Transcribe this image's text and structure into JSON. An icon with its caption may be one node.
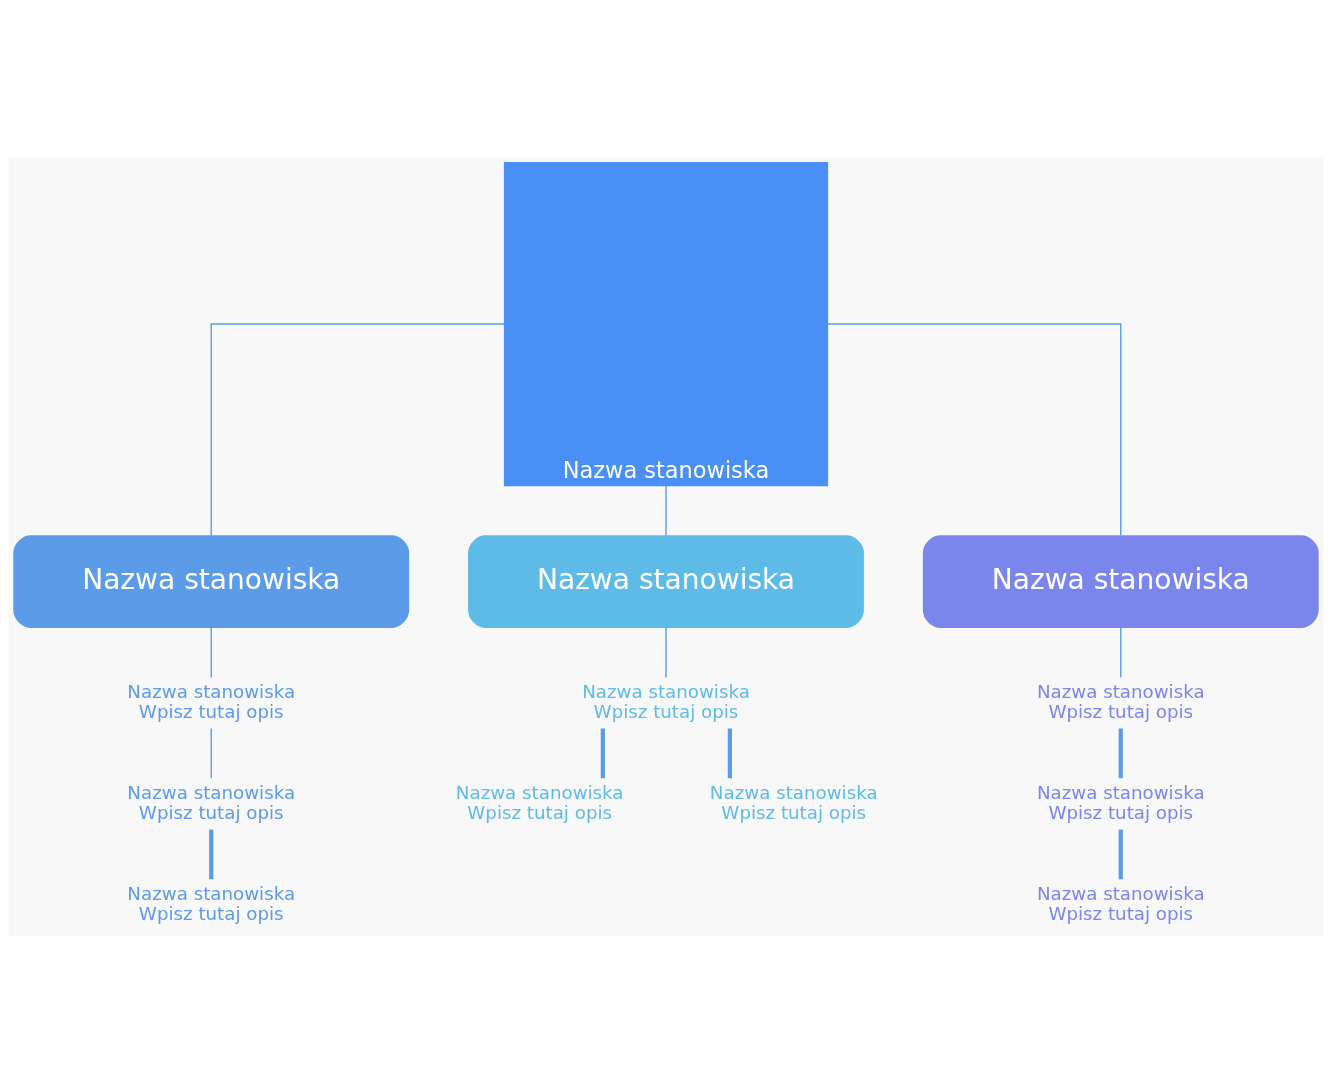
{
  "diagram": {
    "nodes": [
      {
        "text": [
          "Nazwa stanowiska"
        ]
      },
      {
        "text": [
          "Nazwa stanowiska"
        ]
      },
      {
        "text": [
          "Nazwa stanowiska"
        ]
      },
      {
        "text": [
          "Nazwa stanowiska"
        ]
      },
      {
        "text": [
          "Nazwa stanowiska",
          "Wpisz tutaj opis"
        ]
      },
      {
        "text": [
          "Nazwa stanowiska",
          "Wpisz tutaj opis"
        ]
      },
      {
        "text": [
          "Nazwa stanowiska",
          "Wpisz tutaj opis"
        ]
      },
      {
        "text": [
          "Nazwa stanowiska",
          "Wpisz tutaj opis"
        ]
      },
      {
        "text": [
          "Nazwa stanowiska",
          "Wpisz tutaj opis"
        ]
      },
      {
        "text": [
          "Nazwa stanowiska",
          "Wpisz tutaj opis"
        ]
      },
      {
        "text": [
          "Nazwa stanowiska",
          "Wpisz tutaj opis"
        ]
      },
      {
        "text": [
          "Nazwa stanowiska",
          "Wpisz tutaj opis"
        ]
      },
      {
        "text": [
          "Nazwa stanowiska",
          "Wpisz tutaj opis"
        ]
      }
    ],
    "edges": [
      {
        "from": 0,
        "to": 1,
        "arrow": "none"
      },
      {
        "from": 0,
        "to": 2,
        "arrow": "none"
      },
      {
        "from": 0,
        "to": 3,
        "arrow": "none"
      },
      {
        "from": 1,
        "to": 4,
        "arrow": "none"
      },
      {
        "from": 4,
        "to": 5,
        "arrow": "none"
      },
      {
        "from": 5,
        "to": 6,
        "arrow": "none",
        "style": "thick"
      },
      {
        "from": 2,
        "to": 7,
        "arrow": "none"
      },
      {
        "from": 7,
        "to": 8,
        "arrow": "none",
        "style": "thick"
      },
      {
        "from": 7,
        "to": 9,
        "arrow": "none",
        "style": "thick"
      },
      {
        "from": 3,
        "to": 10,
        "arrow": "none"
      },
      {
        "from": 10,
        "to": 11,
        "arrow": "none",
        "style": "thick"
      },
      {
        "from": 11,
        "to": 12,
        "arrow": "none",
        "style": "thick"
      }
    ]
  }
}
